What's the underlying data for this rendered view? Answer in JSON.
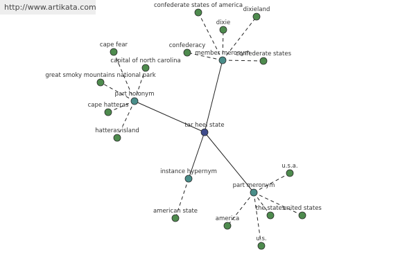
{
  "header": {
    "url": "http://www.artikata.com"
  },
  "colors": {
    "root": "#3f4c8c",
    "relation": "#4a8e8a",
    "leaf": "#4e8b4e",
    "edge": "#222222"
  },
  "graph": {
    "root": {
      "label": "tar heel state"
    },
    "relations": [
      {
        "id": "member-meronym",
        "label": "member meronym",
        "children": [
          "confederate states of america",
          "dixieland",
          "dixie",
          "confederacy",
          "confederate states"
        ]
      },
      {
        "id": "part-holonym",
        "label": "part holonym",
        "children": [
          "cape fear",
          "capital of north carolina",
          "great smoky mountains national park",
          "cape hatteras",
          "hatteras island"
        ]
      },
      {
        "id": "instance-hypernym",
        "label": "instance hypernym",
        "children": [
          "american state"
        ]
      },
      {
        "id": "part-meronym",
        "label": "part meronym",
        "children": [
          "u.s.a.",
          "the states",
          "united states",
          "america",
          "u.s."
        ]
      }
    ]
  }
}
